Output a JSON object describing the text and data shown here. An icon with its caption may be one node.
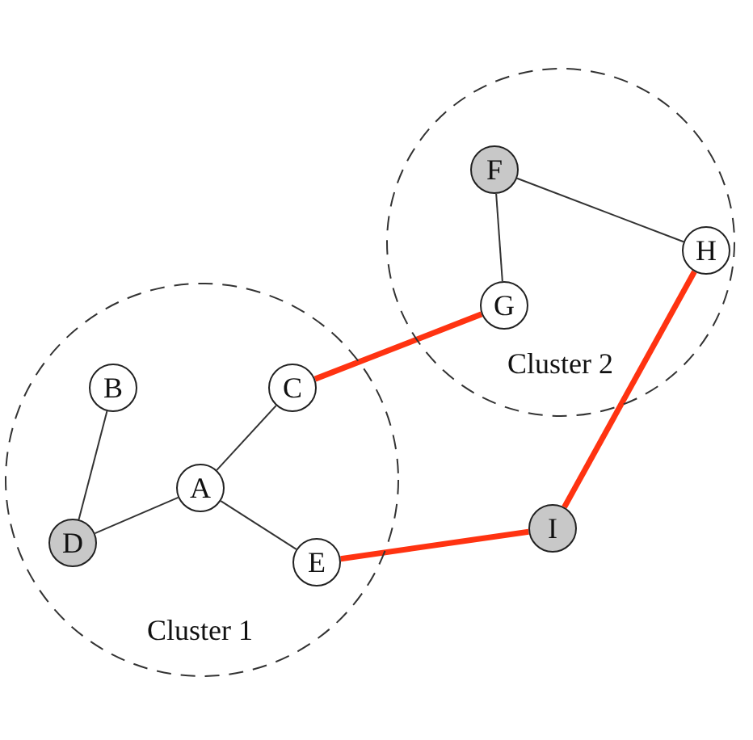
{
  "diagram": {
    "nodes": [
      {
        "text": [
          "Cluster 2"
        ]
      },
      {
        "text": [
          "F"
        ],
        "in": 0
      },
      {
        "text": [
          "H"
        ],
        "in": 0
      },
      {
        "text": [
          "G"
        ],
        "in": 0
      },
      {
        "text": [
          "Cluster 1"
        ]
      },
      {
        "text": [
          "B"
        ],
        "in": 4
      },
      {
        "text": [
          "C"
        ],
        "in": 4
      },
      {
        "text": [
          "A"
        ],
        "in": 4
      },
      {
        "text": [
          "D"
        ],
        "in": 4
      },
      {
        "text": [
          "E"
        ],
        "in": 4
      },
      {
        "text": [
          "I"
        ]
      }
    ],
    "edges": [
      {
        "from": 1,
        "to": 3,
        "arrow": "none"
      },
      {
        "from": 1,
        "to": 2,
        "arrow": "none"
      },
      {
        "from": 6,
        "to": 3,
        "arrow": "none",
        "style": "thick",
        "color": "#ff3311"
      },
      {
        "from": 2,
        "to": 10,
        "arrow": "none",
        "style": "thick",
        "color": "#ff3311"
      },
      {
        "from": 9,
        "to": 10,
        "arrow": "none",
        "style": "thick",
        "color": "#ff3311"
      },
      {
        "from": 5,
        "to": 8,
        "arrow": "none"
      },
      {
        "from": 7,
        "to": 8,
        "arrow": "none"
      },
      {
        "from": 7,
        "to": 6,
        "arrow": "none"
      },
      {
        "from": 7,
        "to": 9,
        "arrow": "none"
      }
    ]
  }
}
